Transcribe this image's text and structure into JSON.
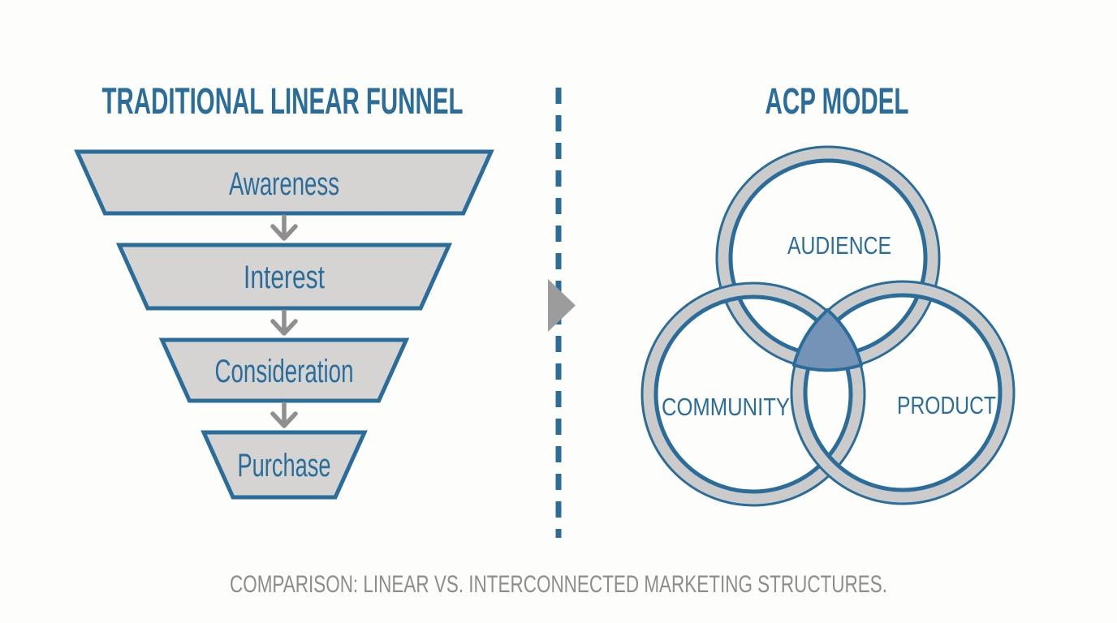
{
  "left_panel": {
    "title": "TRADITIONAL LINEAR FUNNEL",
    "stages": [
      {
        "label": "Awareness"
      },
      {
        "label": "Interest"
      },
      {
        "label": "Consideration"
      },
      {
        "label": "Purchase"
      }
    ]
  },
  "right_panel": {
    "title": "ACP MODEL",
    "circles": [
      {
        "label": "AUDIENCE"
      },
      {
        "label": "COMMUNITY"
      },
      {
        "label": "PRODUCT"
      }
    ]
  },
  "caption": "COMPARISON: LINEAR VS. INTERCONNECTED MARKETING STRUCTURES.",
  "colors": {
    "accent_blue": "#2a6d9b",
    "box_fill_gray": "#d5d4d2",
    "ring_band_gray": "#cbcbcb",
    "arrow_gray": "#8f8f8f",
    "caption_gray": "#8d8d8d",
    "intersection_blue": "#7493b6",
    "background": "#fdfdfc"
  }
}
